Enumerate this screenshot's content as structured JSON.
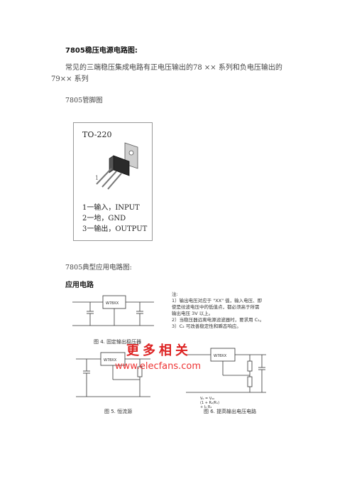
{
  "heading": "7805稳压电源电路图:",
  "intro_text": "常见的三端稳压集成电路有正电压输出的78 ×× 系列和负电压输出的79×× 系列",
  "pinout_caption": "7805管脚图",
  "package": {
    "name": "TO-220",
    "pin1_marker": "1",
    "pins": [
      "1一输入，INPUT",
      "2一地，GND",
      "3一输出，OUTPUT"
    ]
  },
  "app_caption": "7805典型应用电路图:",
  "app_section_title": "应用电路",
  "chip_label": "W78XX",
  "notes": [
    "注:",
    "1）输出电压对应于 \"XX\" 值，输入电压、即",
    "使是纹波电压中的低值点，都必须高于所需",
    "输出电压 3V 以上。",
    "2）当稳压器远离电源滤波器时，要求用 C₁。",
    "3）C₂ 可改善稳定性和瞬态响应。"
  ],
  "figure_captions": [
    "图 4. 固定输出稳压器",
    "图 5. 恒流源",
    "图 6. 提高输出电压电路"
  ],
  "fig6_formula": [
    "V₀ = V₀₀",
    "(1 + R₂/R₁)",
    "+ I₀ R₂"
  ],
  "watermark": {
    "chinese": "更多相关",
    "url": "www.elecfans.com"
  },
  "colors": {
    "watermark": "#dd2222",
    "text": "#444444",
    "circuit": "#333333"
  }
}
